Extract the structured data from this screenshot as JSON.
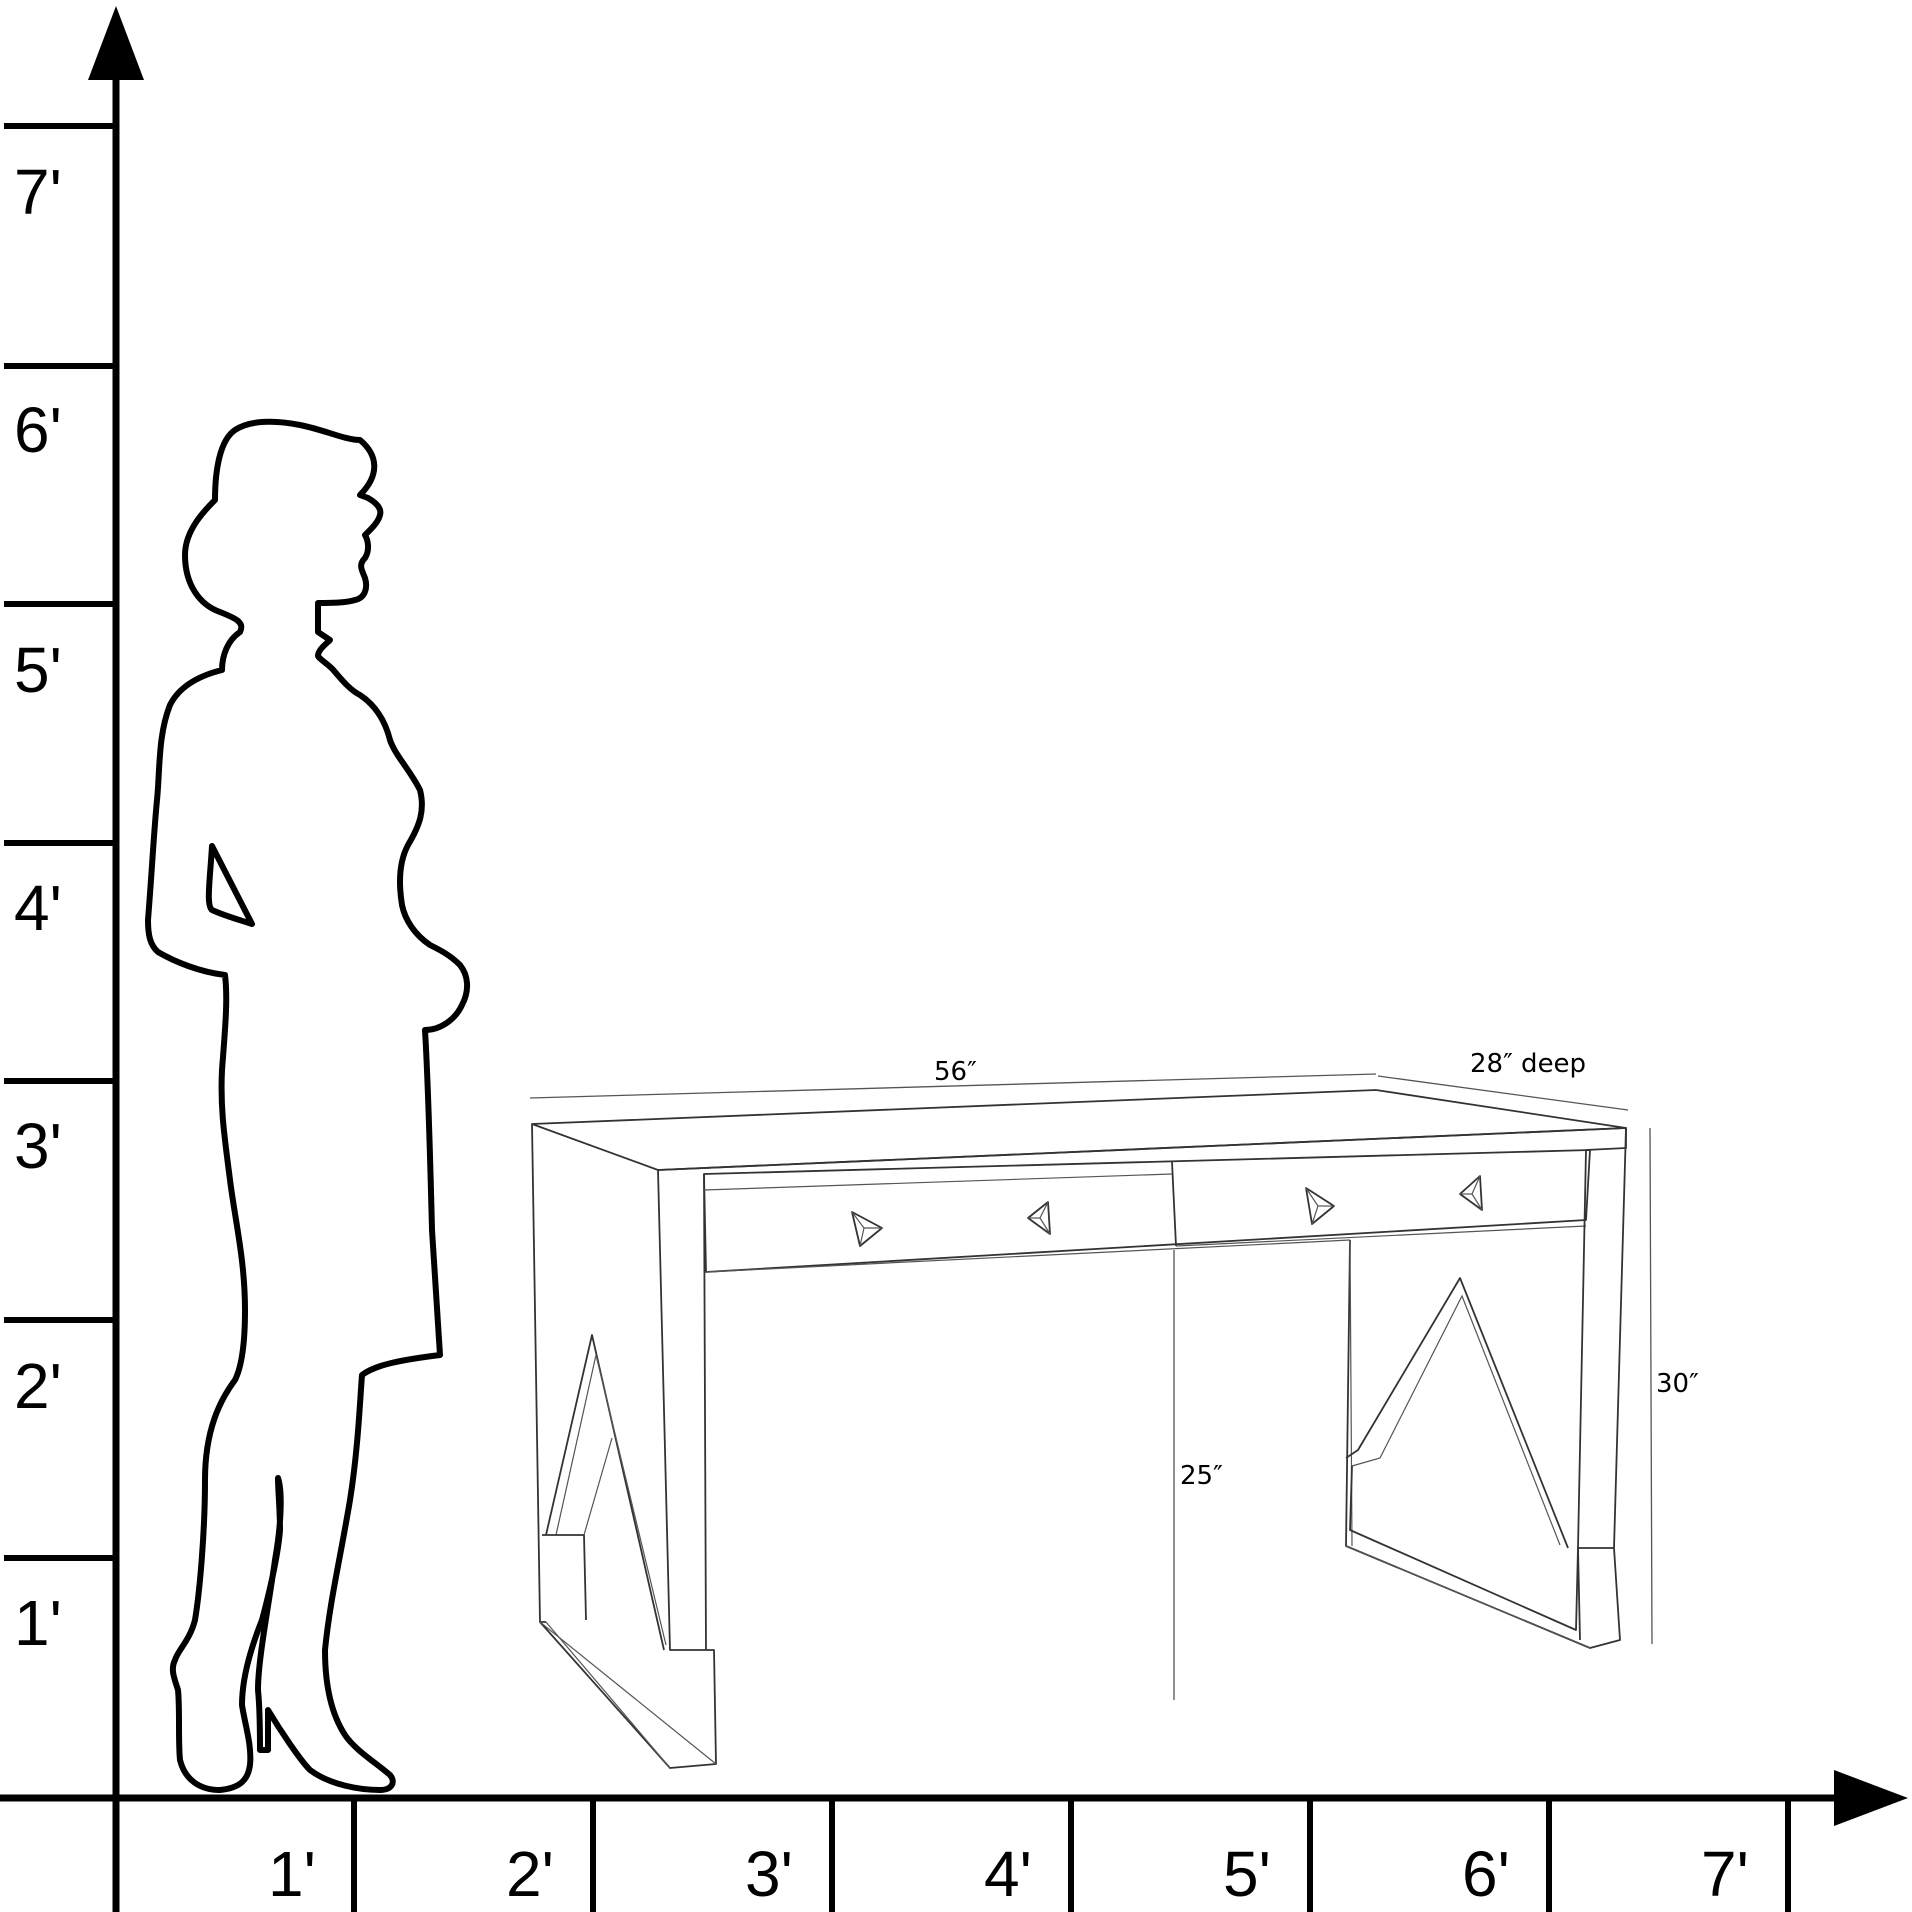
{
  "scale": {
    "y_labels": [
      "1'",
      "2'",
      "3'",
      "4'",
      "5'",
      "6'",
      "7'"
    ],
    "x_labels": [
      "1'",
      "2'",
      "3'",
      "4'",
      "5'",
      "6'",
      "7'"
    ]
  },
  "dimensions": {
    "width": "56″",
    "depth": "28″ deep",
    "height": "30″",
    "knee_height": "25″"
  },
  "colors": {
    "line": "#000000",
    "desk_line": "#333333",
    "background": "#ffffff"
  }
}
